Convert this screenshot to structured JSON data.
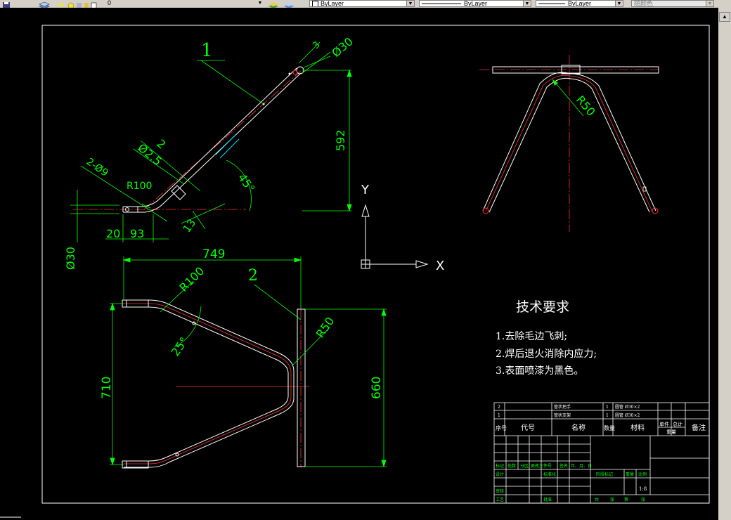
{
  "toolbar": {
    "layer_value": "0",
    "color_value": "ByLayer",
    "linetype_value": "ByLayer",
    "lineweight_value": "ByLayer",
    "plotstyle_value": "随颜色"
  },
  "drawing": {
    "part1_label": "1",
    "part2_label": "2",
    "dim_phi30_top": "Ø30",
    "dim_3": "3",
    "dim_592": "592",
    "dim_45deg": "45°",
    "dim_2": "2",
    "dim_phi25": "Ø2.5",
    "dim_2phi9": "2-Ø9",
    "dim_r100_top": "R100",
    "dim_13": "13",
    "dim_20": "20",
    "dim_93": "93",
    "dim_phi30_left": "Ø30",
    "dim_749": "749",
    "dim_r100_bottom": "R100",
    "dim_25deg": "25°",
    "dim_r50_bottom": "R50",
    "dim_710": "710",
    "dim_660": "660",
    "dim_r50_right": "R50",
    "axis_y": "Y",
    "axis_x": "X"
  },
  "tech_requirements": {
    "title": "技术要求",
    "items": [
      "1.去除毛边飞刺;",
      "2.焊后退火消除内应力;",
      "3.表面喷漆为黑色。"
    ]
  },
  "title_block": {
    "rows": [
      {
        "no": "2",
        "name": "管状把手",
        "qty": "1",
        "material": "圆管 Ø30×2"
      },
      {
        "no": "1",
        "name": "管状支架",
        "qty": "1",
        "material": "圆管 Ø30×2"
      }
    ],
    "header": {
      "no": "序号",
      "code": "代号",
      "name": "名称",
      "qty": "数量",
      "material": "材料",
      "unit_weight": "单件",
      "total_weight": "总计",
      "weight": "重量",
      "remark": "备注"
    },
    "sign_row": [
      "标记",
      "处数",
      "分区",
      "更改文件号",
      "签名",
      "年、月、日"
    ],
    "labels": {
      "design": "设计",
      "standard": "标准化",
      "stage": "阶段标记",
      "weight": "重量",
      "scale": "比例",
      "scale_value": "1:8",
      "review": "审核",
      "process": "工艺",
      "approve": "批准",
      "sheet_total": "共",
      "sheet_word": "张",
      "sheet_no": "第",
      "sheet_word2": "张"
    }
  }
}
